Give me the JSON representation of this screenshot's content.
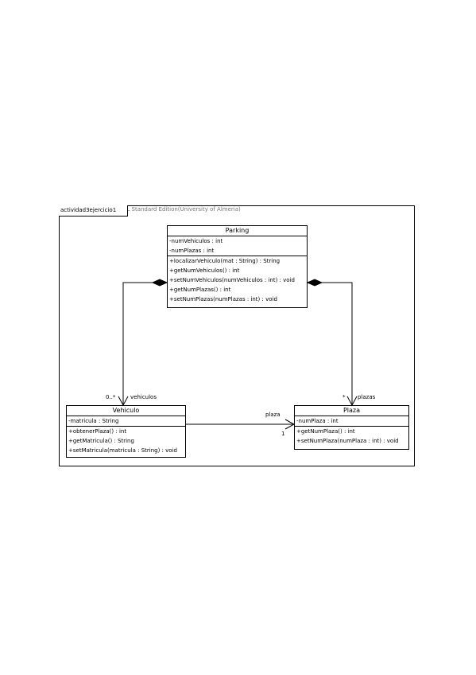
{
  "frame": {
    "label": "actividad3ejercicio1",
    "watermark": "Visual Paradigm for UML Standard Edition(University of Almeria)"
  },
  "classes": {
    "parking": {
      "name": "Parking",
      "attributes": [
        "-numVehiculos : int",
        "-numPlazas : int"
      ],
      "operations": [
        "+localizarVehiculo(mat : String) : String",
        "+getNumVehiculos() : int",
        "+setNumVehiculos(numVehiculos : int) : void",
        "+getNumPlazas() : int",
        "+setNumPlazas(numPlazas : int) : void"
      ]
    },
    "vehiculo": {
      "name": "Vehiculo",
      "attributes": [
        "-matricula : String"
      ],
      "operations": [
        "+obtenerPlaza() : int",
        "+getMatricula() : String",
        "+setMatricula(matricula : String) : void"
      ]
    },
    "plaza": {
      "name": "Plaza",
      "attributes": [
        "-numPlaza : int"
      ],
      "operations": [
        "+getNumPlaza() : int",
        "+setNumPlaza(numPlaza : int) : void"
      ]
    }
  },
  "associations": {
    "vehiculos": {
      "role": "vehiculos",
      "multiplicity": "0..*"
    },
    "plazas": {
      "role": "plazas",
      "multiplicity": "*"
    },
    "plaza": {
      "role": "plaza",
      "multiplicity": "1"
    }
  }
}
